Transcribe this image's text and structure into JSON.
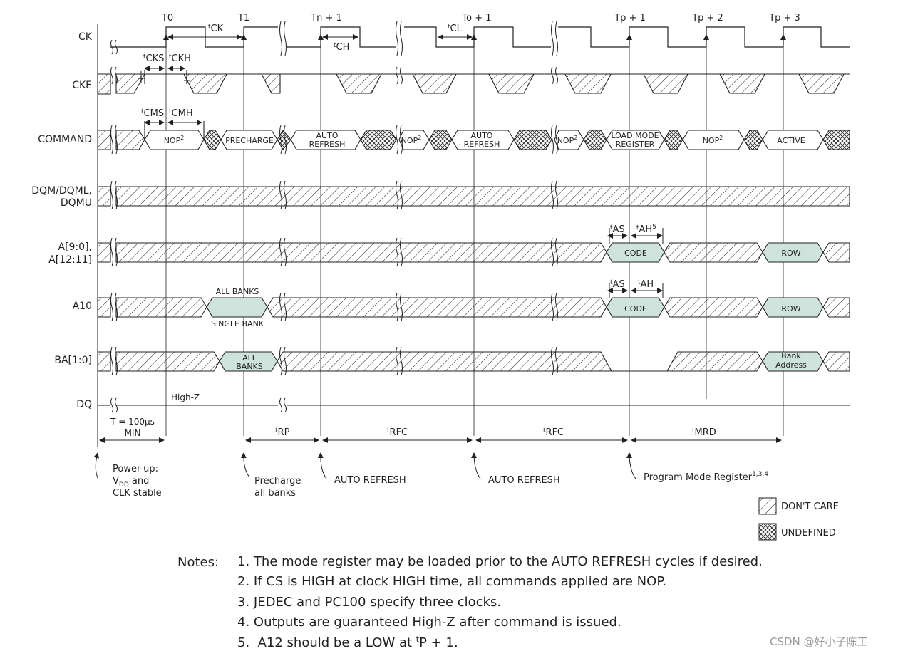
{
  "signals": {
    "ck": "CK",
    "cke": "CKE",
    "command": "COMMAND",
    "dqm1": "DQM/DQML,",
    "dqm2": "DQMU",
    "addr1": "A[9:0],",
    "addr2": "A[12:11]",
    "a10": "A10",
    "ba": "BA[1:0]",
    "dq": "DQ"
  },
  "clock_labels": [
    "T0",
    "T1",
    "Tn + 1",
    "To + 1",
    "Tp + 1",
    "Tp + 2",
    "Tp + 3"
  ],
  "timing": {
    "tck": {
      "t": "t",
      "s": "CK"
    },
    "tch": {
      "t": "t",
      "s": "CH"
    },
    "tcl": {
      "t": "t",
      "s": "CL"
    },
    "tcks": {
      "t": "t",
      "s": "CKS"
    },
    "tckh": {
      "t": "t",
      "s": "CKH"
    },
    "tcms": {
      "t": "t",
      "s": "CMS"
    },
    "tcmh": {
      "t": "t",
      "s": "CMH"
    },
    "tas1": {
      "t": "t",
      "s": "AS"
    },
    "tah1": {
      "t": "t",
      "s": "AH",
      "sup": "5"
    },
    "tas2": {
      "t": "t",
      "s": "AS"
    },
    "tah2": {
      "t": "t",
      "s": "AH"
    },
    "trp": {
      "t": "t",
      "s": "RP"
    },
    "trfc1": {
      "t": "t",
      "s": "RFC"
    },
    "trfc2": {
      "t": "t",
      "s": "RFC"
    },
    "tmrd": {
      "t": "t",
      "s": "MRD"
    }
  },
  "commands": {
    "nop1": "NOP",
    "nop_sup": "2",
    "precharge": "PRECHARGE",
    "ar1a": "AUTO",
    "ar1b": "REFRESH",
    "nop2": "NOP",
    "ar2a": "AUTO",
    "ar2b": "REFRESH",
    "nop3": "NOP",
    "lmr_a": "LOAD MODE",
    "lmr_b": "REGISTER",
    "nop4": "NOP",
    "active": "ACTIVE"
  },
  "addr": {
    "code": "CODE",
    "row": "ROW"
  },
  "a10": {
    "all_banks": "ALL BANKS",
    "single_bank": "SINGLE BANK",
    "code": "CODE",
    "row": "ROW"
  },
  "ba": {
    "all1": "ALL",
    "all2": "BANKS",
    "bank1": "Bank",
    "bank2": "Address"
  },
  "dq": {
    "highz": "High-Z"
  },
  "power": {
    "t100": "T = 100µs",
    "min": "MIN"
  },
  "events": {
    "pu1": "Power-up:",
    "pu2_v": "V",
    "pu2_sub": "DD",
    "pu2_rest": " and",
    "pu3": "CLK stable",
    "pc1": "Precharge",
    "pc2": "all banks",
    "ar1": "AUTO REFRESH",
    "ar2": "AUTO REFRESH",
    "pmr": "Program Mode Register",
    "pmr_sup": "1,3,4"
  },
  "legend": {
    "dont_care": "DON'T CARE",
    "undefined": "UNDEFINED"
  },
  "notes": {
    "title": "Notes:",
    "items": [
      "1.  The mode register may be loaded prior to the AUTO REFRESH cycles if desired.",
      "2.  If CS is HIGH at clock HIGH time, all commands applied are NOP.",
      "3.  JEDEC and PC100 specify three clocks.",
      "4.  Outputs are guaranteed High-Z after command is issued."
    ],
    "item5_pre": "5.  A12 should be a LOW at ",
    "item5_sup": "t",
    "item5_post": "P + 1."
  },
  "watermark": "CSDN @好小子陈工"
}
